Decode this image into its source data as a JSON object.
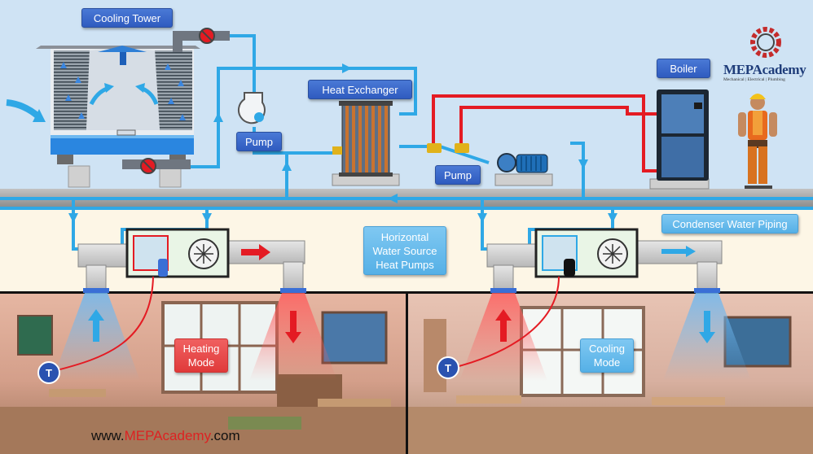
{
  "labels": {
    "cooling_tower": "Cooling Tower",
    "pump_left": "Pump",
    "heat_exchanger": "Heat Exchanger",
    "pump_right": "Pump",
    "boiler": "Boiler",
    "condenser_water_piping": "Condenser Water Piping",
    "hwshp": "Horizontal\nWater Source\nHeat Pumps",
    "heating_mode": "Heating\nMode",
    "cooling_mode": "Cooling\nMode",
    "thermostat_left": "T",
    "thermostat_right": "T"
  },
  "logo": {
    "name": "MEPAcademy",
    "tagline": "Mechanical | Electrical | Plumbing"
  },
  "website": {
    "prefix": "www.",
    "brand": "MEPAcademy",
    "suffix": ".com"
  },
  "colors": {
    "sky": "#cfe3f4",
    "plenum": "#fdf6e6",
    "pipe_blue": "#2fa8e6",
    "pipe_red": "#e41b23",
    "floor_slab": "#a9a9a9",
    "label_blue": "#3a68cc",
    "label_light": "#5fb7ea",
    "label_red": "#e84444"
  }
}
